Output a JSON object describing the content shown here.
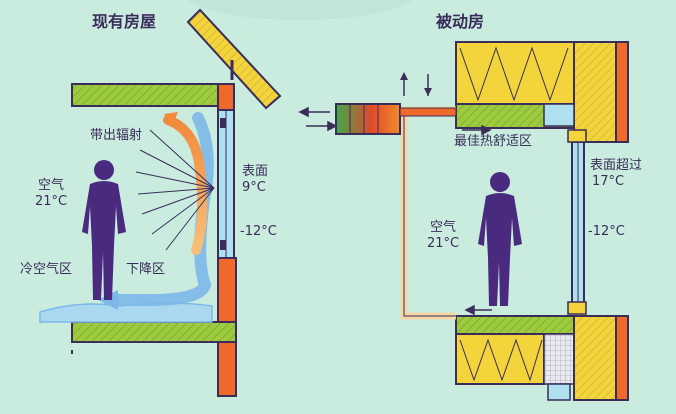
{
  "left": {
    "title": "现有房屋",
    "radiation_label": "带出辐射",
    "air_label": "空气",
    "air_temp": "21°C",
    "surface_label": "表面",
    "surface_temp": "9°C",
    "outside_temp": "-12°C",
    "cold_zone_label": "冷空气区",
    "downdraft_label": "下降区"
  },
  "right": {
    "title": "被动房",
    "comfort_zone_label": "最佳热舒适区",
    "surface_label": "表面超过",
    "surface_temp": "17°C",
    "outside_temp": "-12°C",
    "air_label": "空气",
    "air_temp": "21°C"
  },
  "colors": {
    "background": "#c9ecdf",
    "ink": "#3a2d5a",
    "person": "#4a2a7e",
    "wall_green": "#9ccc3c",
    "insulation_yellow": "#f3d43a",
    "wall_orange": "#ef6a2a",
    "radiation_orange": "#f18a3b",
    "cold_blue": "#7cb8e8",
    "window_glass": "#aee0ef"
  }
}
